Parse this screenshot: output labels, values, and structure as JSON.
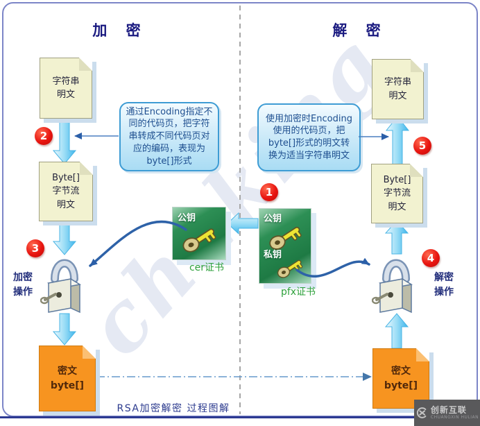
{
  "panel": {
    "title_encrypt": "加 密",
    "title_decrypt": "解 密",
    "caption": "RSA加密解密 过程图解",
    "watermark": "chaking"
  },
  "badges": {
    "b1": "1",
    "b2": "2",
    "b3": "3",
    "b4": "4",
    "b5": "5"
  },
  "encrypt": {
    "doc_string": "字符串\n明文",
    "doc_bytes": "Byte[]\n字节流\n明文",
    "doc_cipher": "密文\nbyte[]",
    "op": "加密\n操作",
    "note": "通过Encoding指定不\n同的代码页，把字符\n串转成不同代码页对\n应的编码，表现为\nbyte[]形式"
  },
  "decrypt": {
    "doc_string": "字符串\n明文",
    "doc_bytes": "Byte[]\n字节流\n明文",
    "doc_cipher": "密文\nbyte[]",
    "op": "解密\n操作",
    "note": "使用加密时Encoding\n使用的代码页，把\nbyte[]形式的明文转\n换为适当字符串明文"
  },
  "certificates": {
    "cer": {
      "public_key": "公钥",
      "label": "cer证书"
    },
    "pfx": {
      "public_key": "公钥",
      "private_key": "私钥",
      "label": "pfx证书"
    }
  },
  "logo": {
    "text": "创新互联",
    "tagline": "CHUANGXIN HULIAN"
  },
  "colors": {
    "frame_blue": "#7C85C7",
    "divider_gray": "#A6A6A6",
    "arrow_cyan": "#6FCBF0",
    "flow_line_blue": "#2E62A8",
    "badge_red": "#E81510",
    "doc_yellow": "#F2F2D0",
    "doc_orange": "#F79420",
    "bubble_blue": "#A9DCF4",
    "cert_green": "#1E7A44",
    "cert_label_green": "#2FA13C",
    "title_navy": "#1A1A80",
    "footer_navy": "#2D3A92",
    "logo_bar_gray": "#59595B"
  }
}
